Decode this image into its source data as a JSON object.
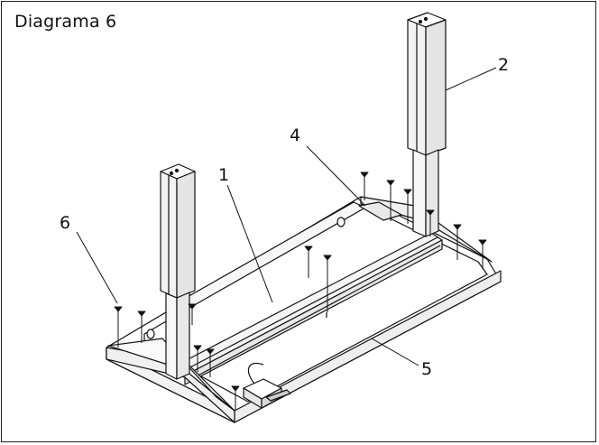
{
  "title": "Diagrama 6",
  "callouts": [
    {
      "id": "1",
      "label": "1"
    },
    {
      "id": "2",
      "label": "2"
    },
    {
      "id": "4",
      "label": "4"
    },
    {
      "id": "5",
      "label": "5"
    },
    {
      "id": "6",
      "label": "6"
    }
  ]
}
